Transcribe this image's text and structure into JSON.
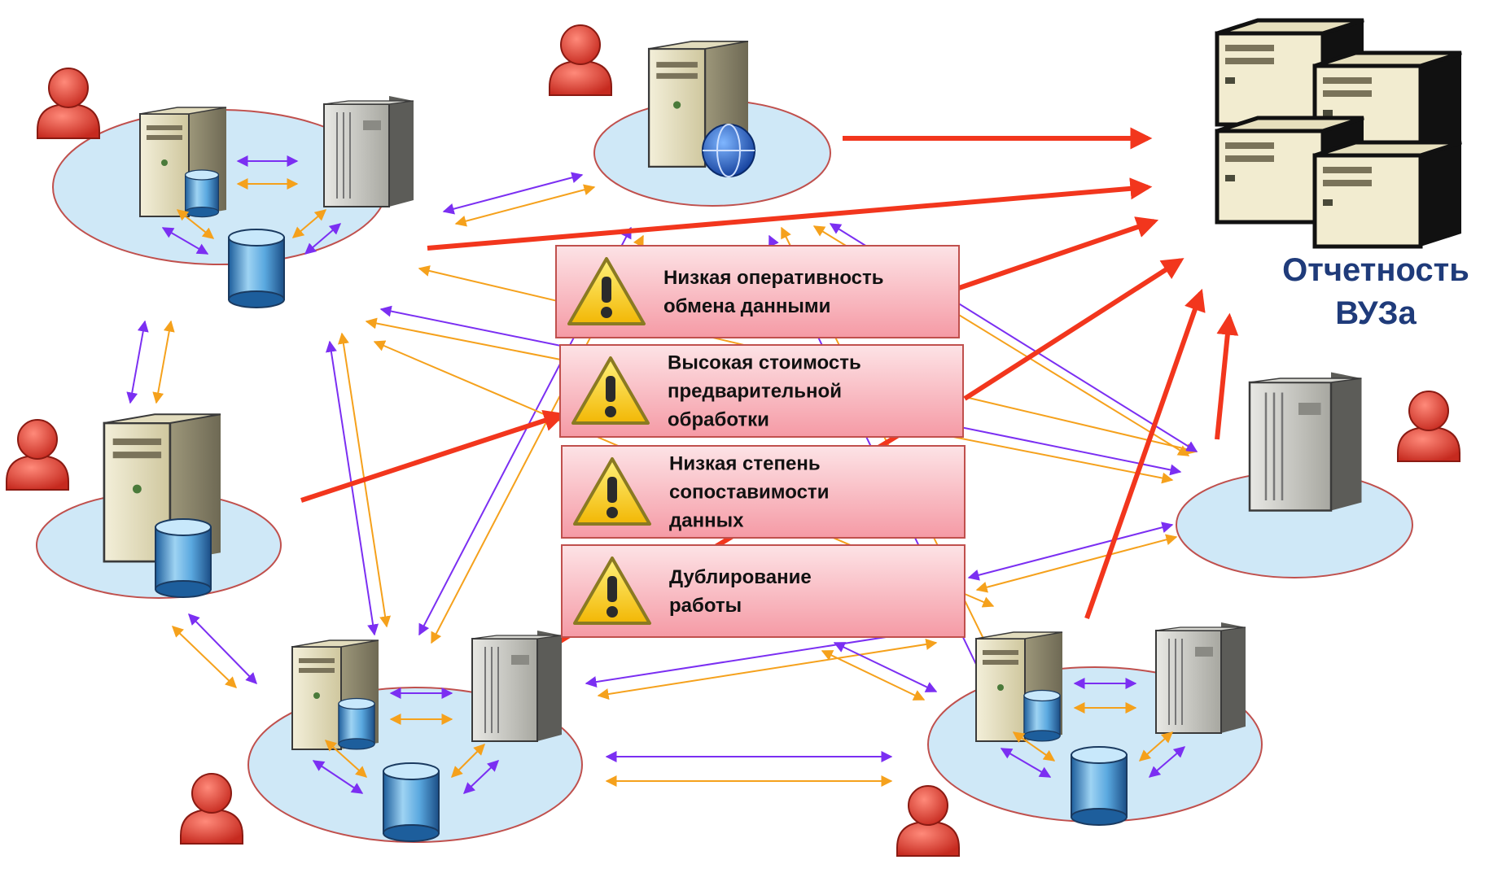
{
  "target": {
    "label_line1": "Отчетность",
    "label_line2": "ВУЗа"
  },
  "problems": [
    {
      "icon": "warning-icon",
      "lines": [
        "Низкая оперативность",
        "обмена данными"
      ]
    },
    {
      "icon": "warning-icon",
      "lines": [
        "Высокая стоимость",
        "предварительной",
        "обработки"
      ]
    },
    {
      "icon": "warning-icon",
      "lines": [
        "Низкая степень",
        "сопоставимости",
        "данных"
      ]
    },
    {
      "icon": "warning-icon",
      "lines": [
        "Дублирование",
        "работы"
      ]
    }
  ],
  "colors": {
    "ellipse_fill": "#cfe8f7",
    "ellipse_stroke": "#c0504d",
    "purple_arrow": "#7b2ff2",
    "orange_arrow": "#f5a11c",
    "red_arrow": "#f2361d",
    "box_fill": "#f7a8b0",
    "box_stroke": "#c0504d",
    "label_color": "#1f3b7a"
  }
}
